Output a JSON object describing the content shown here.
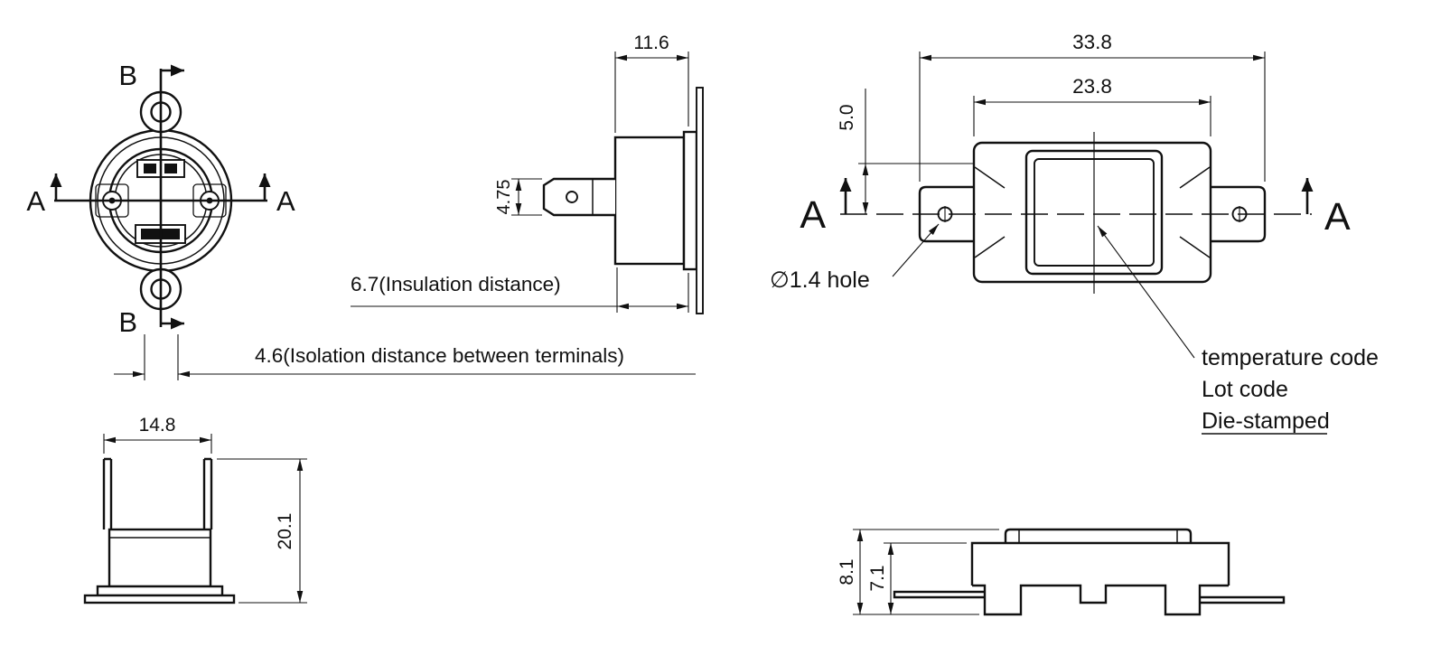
{
  "views": {
    "round_front": {
      "label_b_top": "B",
      "label_b_bottom": "B",
      "label_a_left": "A",
      "label_a_right": "A"
    },
    "round_side": {
      "dim_body_width": "11.6",
      "dim_terminal_width": "4.75",
      "insulation_note": "6.7(Insulation distance)"
    },
    "terminals_isolation": {
      "note": "4.6(Isolation distance between terminals)"
    },
    "rect_front": {
      "label_a_left": "A",
      "label_a_right": "A",
      "dim_overall_width": "33.8",
      "dim_body_width": "23.8",
      "dim_bracket_offset": "5.0",
      "hole_note": "∅1.4 hole",
      "marking_line1": "temperature code",
      "marking_line2": "Lot code",
      "marking_line3": "Die-stamped"
    },
    "round_bottom": {
      "dim_width": "14.8",
      "dim_height": "20.1"
    },
    "rect_side": {
      "dim_overall_height": "8.1",
      "dim_body_height": "7.1"
    }
  },
  "colors": {
    "line": "#111111",
    "background": "#ffffff"
  }
}
